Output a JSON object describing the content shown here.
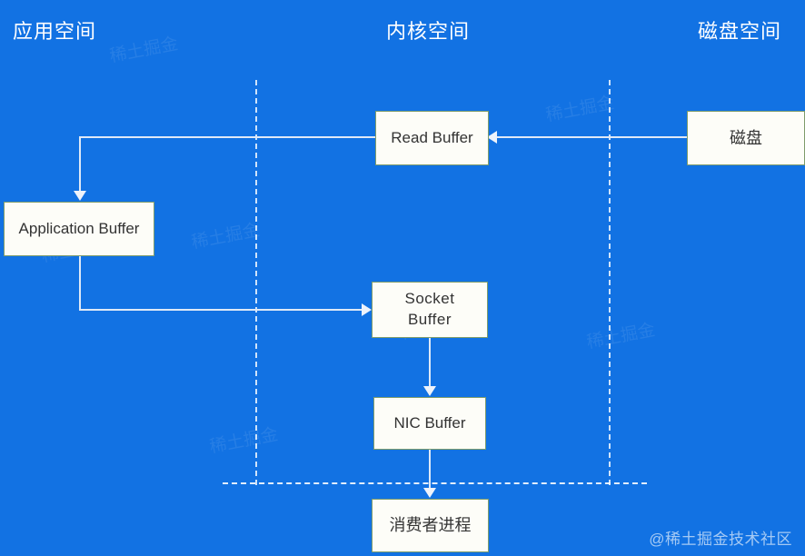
{
  "diagram": {
    "background_color": "#1272e3",
    "node_fill_color": "#fdfdf8",
    "node_border_color": "#7e9c6b",
    "connector_color": "#dfe9f7",
    "sections": [
      {
        "id": "app",
        "label": "应用空间"
      },
      {
        "id": "kernel",
        "label": "内核空间"
      },
      {
        "id": "disk",
        "label": "磁盘空间"
      }
    ],
    "nodes": [
      {
        "id": "read-buffer",
        "label": "Read Buffer"
      },
      {
        "id": "disk",
        "label": "磁盘"
      },
      {
        "id": "application-buffer",
        "label": "Application Buffer"
      },
      {
        "id": "socket-buffer",
        "label": "Socket\nBuffer"
      },
      {
        "id": "nic-buffer",
        "label": "NIC Buffer"
      },
      {
        "id": "consumer-process",
        "label": "消费者进程"
      }
    ],
    "edges": [
      {
        "id": "disk-to-read-buffer",
        "from": "disk",
        "to": "read-buffer",
        "direction": "left"
      },
      {
        "id": "read-buffer-to-app-buffer",
        "from": "read-buffer",
        "to": "application-buffer",
        "direction": "down"
      },
      {
        "id": "app-buffer-to-socket-buffer",
        "from": "application-buffer",
        "to": "socket-buffer",
        "direction": "right"
      },
      {
        "id": "socket-buffer-to-nic-buffer",
        "from": "socket-buffer",
        "to": "nic-buffer",
        "direction": "down"
      },
      {
        "id": "nic-buffer-to-consumer",
        "from": "nic-buffer",
        "to": "consumer-process",
        "direction": "down"
      }
    ],
    "watermark": "@稀土掘金技术社区",
    "watermark_faint": "稀土掘金"
  }
}
